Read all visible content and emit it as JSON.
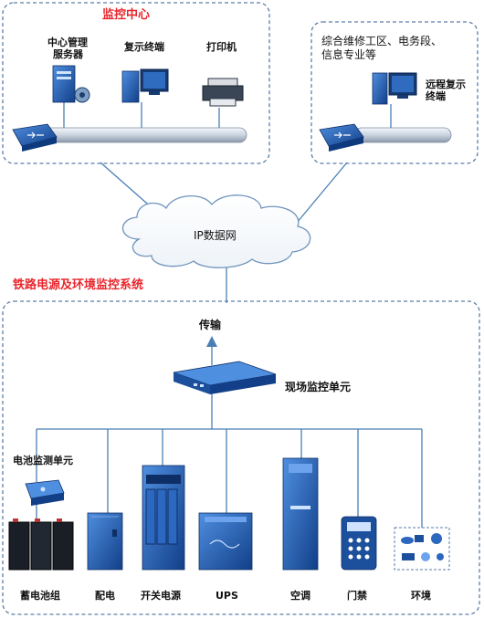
{
  "center": {
    "title": "监控中心",
    "server_label": "中心管理服务器",
    "server_label_l1": "中心管理",
    "server_label_l2": "服务器",
    "terminal_label": "复示终端",
    "printer_label": "打印机"
  },
  "remote": {
    "title_l1": "综合维修工区、电务段、",
    "title_l2": "信息专业等",
    "terminal_label_l1": "远程复示",
    "terminal_label_l2": "终端"
  },
  "network": {
    "label": "IP数据网"
  },
  "system": {
    "title": "铁路电源及环境监控系统",
    "transmission_label": "传输",
    "site_unit_label": "现场监控单元",
    "battery_monitor_label": "电池监测单元"
  },
  "devices": [
    {
      "label": "蓄电池组"
    },
    {
      "label": "配电"
    },
    {
      "label": "开关电源"
    },
    {
      "label": "UPS"
    },
    {
      "label": "空调"
    },
    {
      "label": "门禁"
    },
    {
      "label": "环境"
    }
  ],
  "colors": {
    "accent_red": "#e8262c",
    "line_blue": "#4a7fb5",
    "device_blue": "#1f5fb0",
    "dash_border": "#5a7ea8"
  }
}
